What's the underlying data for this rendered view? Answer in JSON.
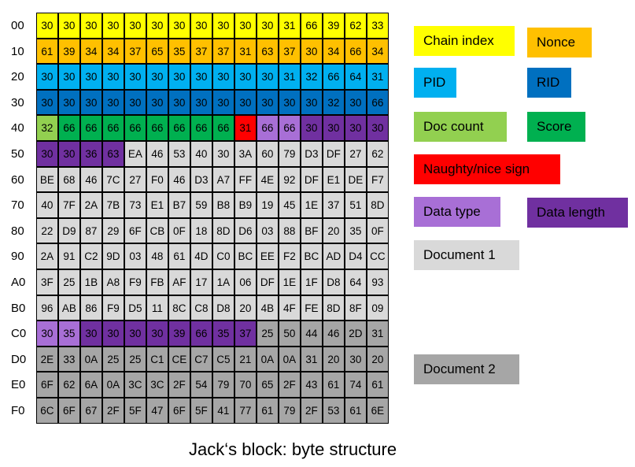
{
  "caption": "Jack‘s block: byte structure",
  "row_labels": [
    "00",
    "10",
    "20",
    "30",
    "40",
    "50",
    "60",
    "70",
    "80",
    "90",
    "A0",
    "B0",
    "C0",
    "D0",
    "E0",
    "F0"
  ],
  "colors": {
    "chain_index": "#ffff00",
    "nonce": "#ffc000",
    "pid": "#00b0f0",
    "rid": "#0070c0",
    "doc_count": "#92d050",
    "score": "#00b050",
    "sign": "#ff0000",
    "data_type": "#a86fd6",
    "data_length": "#7030a0",
    "doc1": "#d9d9d9",
    "doc2": "#a6a6a6"
  },
  "rows": [
    [
      "30",
      "30",
      "30",
      "30",
      "30",
      "30",
      "30",
      "30",
      "30",
      "30",
      "30",
      "31",
      "66",
      "39",
      "62",
      "33"
    ],
    [
      "61",
      "39",
      "34",
      "34",
      "37",
      "65",
      "35",
      "37",
      "37",
      "31",
      "63",
      "37",
      "30",
      "34",
      "66",
      "34"
    ],
    [
      "30",
      "30",
      "30",
      "30",
      "30",
      "30",
      "30",
      "30",
      "30",
      "30",
      "30",
      "31",
      "32",
      "66",
      "64",
      "31"
    ],
    [
      "30",
      "30",
      "30",
      "30",
      "30",
      "30",
      "30",
      "30",
      "30",
      "30",
      "30",
      "30",
      "30",
      "32",
      "30",
      "66"
    ],
    [
      "32",
      "66",
      "66",
      "66",
      "66",
      "66",
      "66",
      "66",
      "66",
      "31",
      "66",
      "66",
      "30",
      "30",
      "30",
      "30"
    ],
    [
      "30",
      "30",
      "36",
      "63",
      "EA",
      "46",
      "53",
      "40",
      "30",
      "3A",
      "60",
      "79",
      "D3",
      "DF",
      "27",
      "62"
    ],
    [
      "BE",
      "68",
      "46",
      "7C",
      "27",
      "F0",
      "46",
      "D3",
      "A7",
      "FF",
      "4E",
      "92",
      "DF",
      "E1",
      "DE",
      "F7"
    ],
    [
      "40",
      "7F",
      "2A",
      "7B",
      "73",
      "E1",
      "B7",
      "59",
      "B8",
      "B9",
      "19",
      "45",
      "1E",
      "37",
      "51",
      "8D"
    ],
    [
      "22",
      "D9",
      "87",
      "29",
      "6F",
      "CB",
      "0F",
      "18",
      "8D",
      "D6",
      "03",
      "88",
      "BF",
      "20",
      "35",
      "0F"
    ],
    [
      "2A",
      "91",
      "C2",
      "9D",
      "03",
      "48",
      "61",
      "4D",
      "C0",
      "BC",
      "EE",
      "F2",
      "BC",
      "AD",
      "D4",
      "CC"
    ],
    [
      "3F",
      "25",
      "1B",
      "A8",
      "F9",
      "FB",
      "AF",
      "17",
      "1A",
      "06",
      "DF",
      "1E",
      "1F",
      "D8",
      "64",
      "93"
    ],
    [
      "96",
      "AB",
      "86",
      "F9",
      "D5",
      "11",
      "8C",
      "C8",
      "D8",
      "20",
      "4B",
      "4F",
      "FE",
      "8D",
      "8F",
      "09"
    ],
    [
      "30",
      "35",
      "30",
      "30",
      "30",
      "30",
      "39",
      "66",
      "35",
      "37",
      "25",
      "50",
      "44",
      "46",
      "2D",
      "31"
    ],
    [
      "2E",
      "33",
      "0A",
      "25",
      "25",
      "C1",
      "CE",
      "C7",
      "C5",
      "21",
      "0A",
      "0A",
      "31",
      "20",
      "30",
      "20"
    ],
    [
      "6F",
      "62",
      "6A",
      "0A",
      "3C",
      "3C",
      "2F",
      "54",
      "79",
      "70",
      "65",
      "2F",
      "43",
      "61",
      "74",
      "61"
    ],
    [
      "6C",
      "6F",
      "67",
      "2F",
      "5F",
      "47",
      "6F",
      "5F",
      "41",
      "77",
      "61",
      "79",
      "2F",
      "53",
      "61",
      "6E"
    ]
  ],
  "row_types": [
    [
      "chain_index",
      "chain_index",
      "chain_index",
      "chain_index",
      "chain_index",
      "chain_index",
      "chain_index",
      "chain_index",
      "chain_index",
      "chain_index",
      "chain_index",
      "chain_index",
      "chain_index",
      "chain_index",
      "chain_index",
      "chain_index"
    ],
    [
      "nonce",
      "nonce",
      "nonce",
      "nonce",
      "nonce",
      "nonce",
      "nonce",
      "nonce",
      "nonce",
      "nonce",
      "nonce",
      "nonce",
      "nonce",
      "nonce",
      "nonce",
      "nonce"
    ],
    [
      "pid",
      "pid",
      "pid",
      "pid",
      "pid",
      "pid",
      "pid",
      "pid",
      "pid",
      "pid",
      "pid",
      "pid",
      "pid",
      "pid",
      "pid",
      "pid"
    ],
    [
      "rid",
      "rid",
      "rid",
      "rid",
      "rid",
      "rid",
      "rid",
      "rid",
      "rid",
      "rid",
      "rid",
      "rid",
      "rid",
      "rid",
      "rid",
      "rid"
    ],
    [
      "doc_count",
      "score",
      "score",
      "score",
      "score",
      "score",
      "score",
      "score",
      "score",
      "sign",
      "data_type",
      "data_type",
      "data_length",
      "data_length",
      "data_length",
      "data_length"
    ],
    [
      "data_length",
      "data_length",
      "data_length",
      "data_length",
      "doc1",
      "doc1",
      "doc1",
      "doc1",
      "doc1",
      "doc1",
      "doc1",
      "doc1",
      "doc1",
      "doc1",
      "doc1",
      "doc1"
    ],
    [
      "doc1",
      "doc1",
      "doc1",
      "doc1",
      "doc1",
      "doc1",
      "doc1",
      "doc1",
      "doc1",
      "doc1",
      "doc1",
      "doc1",
      "doc1",
      "doc1",
      "doc1",
      "doc1"
    ],
    [
      "doc1",
      "doc1",
      "doc1",
      "doc1",
      "doc1",
      "doc1",
      "doc1",
      "doc1",
      "doc1",
      "doc1",
      "doc1",
      "doc1",
      "doc1",
      "doc1",
      "doc1",
      "doc1"
    ],
    [
      "doc1",
      "doc1",
      "doc1",
      "doc1",
      "doc1",
      "doc1",
      "doc1",
      "doc1",
      "doc1",
      "doc1",
      "doc1",
      "doc1",
      "doc1",
      "doc1",
      "doc1",
      "doc1"
    ],
    [
      "doc1",
      "doc1",
      "doc1",
      "doc1",
      "doc1",
      "doc1",
      "doc1",
      "doc1",
      "doc1",
      "doc1",
      "doc1",
      "doc1",
      "doc1",
      "doc1",
      "doc1",
      "doc1"
    ],
    [
      "doc1",
      "doc1",
      "doc1",
      "doc1",
      "doc1",
      "doc1",
      "doc1",
      "doc1",
      "doc1",
      "doc1",
      "doc1",
      "doc1",
      "doc1",
      "doc1",
      "doc1",
      "doc1"
    ],
    [
      "doc1",
      "doc1",
      "doc1",
      "doc1",
      "doc1",
      "doc1",
      "doc1",
      "doc1",
      "doc1",
      "doc1",
      "doc1",
      "doc1",
      "doc1",
      "doc1",
      "doc1",
      "doc1"
    ],
    [
      "data_type",
      "data_type",
      "data_length",
      "data_length",
      "data_length",
      "data_length",
      "data_length",
      "data_length",
      "data_length",
      "data_length",
      "doc2",
      "doc2",
      "doc2",
      "doc2",
      "doc2",
      "doc2"
    ],
    [
      "doc2",
      "doc2",
      "doc2",
      "doc2",
      "doc2",
      "doc2",
      "doc2",
      "doc2",
      "doc2",
      "doc2",
      "doc2",
      "doc2",
      "doc2",
      "doc2",
      "doc2",
      "doc2"
    ],
    [
      "doc2",
      "doc2",
      "doc2",
      "doc2",
      "doc2",
      "doc2",
      "doc2",
      "doc2",
      "doc2",
      "doc2",
      "doc2",
      "doc2",
      "doc2",
      "doc2",
      "doc2",
      "doc2"
    ],
    [
      "doc2",
      "doc2",
      "doc2",
      "doc2",
      "doc2",
      "doc2",
      "doc2",
      "doc2",
      "doc2",
      "doc2",
      "doc2",
      "doc2",
      "doc2",
      "doc2",
      "doc2",
      "doc2"
    ]
  ],
  "legend": [
    {
      "key": "chain_index",
      "label": "Chain index"
    },
    {
      "key": "nonce",
      "label": "Nonce"
    },
    {
      "key": "pid",
      "label": "PID"
    },
    {
      "key": "rid",
      "label": "RID"
    },
    {
      "key": "doc_count",
      "label": "Doc count"
    },
    {
      "key": "score",
      "label": "Score"
    },
    {
      "key": "sign",
      "label": "Naughty/nice sign"
    },
    {
      "key": "data_type",
      "label": "Data type"
    },
    {
      "key": "data_length",
      "label": "Data length"
    },
    {
      "key": "doc1",
      "label": "Document 1"
    },
    {
      "key": "doc2",
      "label": "Document 2"
    }
  ]
}
